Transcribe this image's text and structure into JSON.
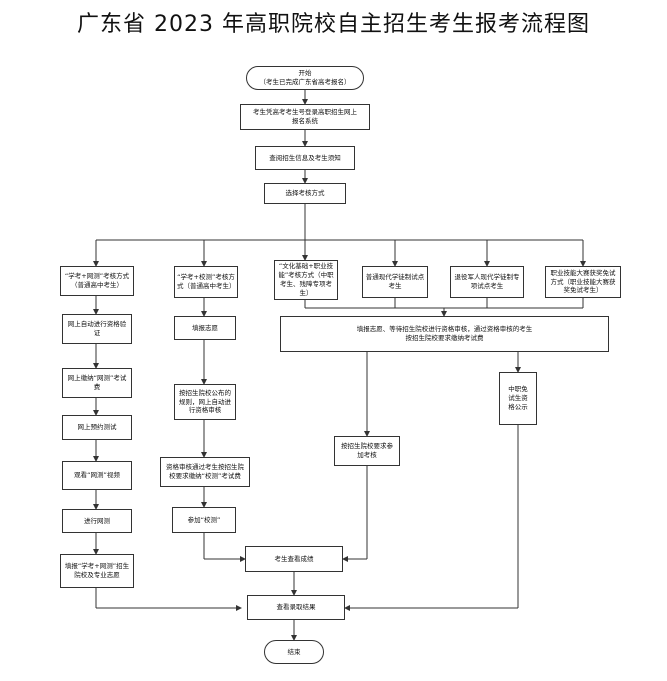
{
  "title": "广东省 2023 年高职院校自主招生考生报考流程图",
  "nodes": {
    "start": "开始\n（考生已完成广东省高考报名）",
    "login": "考生凭高考考生号登录高职招生网上\n报名系统",
    "query_info": "查阅招生信息及考生须知",
    "choose_method": "选择考核方式",
    "method_a": "“学考+网测”考核方式（普通高中考生）",
    "method_b": "“学考+校测”考核方式（普通高中考生）",
    "method_c": "“文化基础+职业技能”考核方式（中职考生、残障专项考生）",
    "method_d": "普通现代学徒制试点考生",
    "method_e": "退役军人现代学徒制专项试点考生",
    "method_f": "职业技能大赛获奖免试方式（职业技能大赛获奖免试考生）",
    "a1": "网上自动进行资格验证",
    "a2": "网上缴纳“网测”考试费",
    "a3": "网上预约测试",
    "a4": "观看“网测”视频",
    "a5": "进行网测",
    "a6": "填报“学考+网测”招生院校及专业志愿",
    "b1": "填报志愿",
    "b2": "按招生院校公布的规则，网上自动进行资格审核",
    "b3": "资格审核通过考生按招生院校要求缴纳“校测”考试费",
    "b4": "参加“校测”",
    "wide": "填报志愿、等待招生院校进行资格审核，通过资格审核的考生\n按招生院校要求缴纳考试费",
    "c1": "按招生院校要求参\n加考核",
    "f1": "中职免\n试生资\n格公示",
    "score": "考生查看成绩",
    "result": "查看录取结果",
    "end": "结束"
  }
}
